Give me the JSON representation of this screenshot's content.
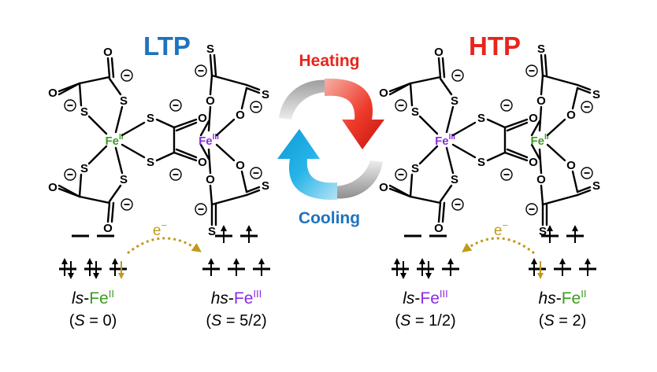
{
  "headers": {
    "left": {
      "text": "LTP",
      "color": "#1e73be"
    },
    "right": {
      "text": "HTP",
      "color": "#e8251c"
    }
  },
  "center": {
    "heating_label": "Heating",
    "cooling_label": "Cooling",
    "heating_color": "#e8251c",
    "cooling_color": "#1e73be"
  },
  "colors": {
    "fe_ii": "#3a9c1e",
    "fe_iii": "#8a2be2",
    "electron": "#c19a1b"
  },
  "atoms": {
    "S": "S",
    "O": "O",
    "Fe": "Fe",
    "ox_ii": "II",
    "ox_iii": "III",
    "minus": "−"
  },
  "electron_label": {
    "base": "e",
    "sup": "−"
  },
  "states": {
    "ltp_left": {
      "prefix": "ls",
      "sep": "-",
      "metal": "Fe",
      "ox": "II",
      "metal_color": "#3a9c1e",
      "spin": {
        "open": "(",
        "S": "S",
        "rest": " = 0)"
      }
    },
    "ltp_right": {
      "prefix": "hs",
      "sep": "-",
      "metal": "Fe",
      "ox": "III",
      "metal_color": "#8a2be2",
      "spin": {
        "open": "(",
        "S": "S",
        "rest": " = 5/2)"
      }
    },
    "htp_left": {
      "prefix": "ls",
      "sep": "-",
      "metal": "Fe",
      "ox": "III",
      "metal_color": "#8a2be2",
      "spin": {
        "open": "(",
        "S": "S",
        "rest": " = 1/2)"
      }
    },
    "htp_right": {
      "prefix": "hs",
      "sep": "-",
      "metal": "Fe",
      "ox": "II",
      "metal_color": "#3a9c1e",
      "spin": {
        "open": "(",
        "S": "S",
        "rest": " = 2)"
      }
    }
  }
}
